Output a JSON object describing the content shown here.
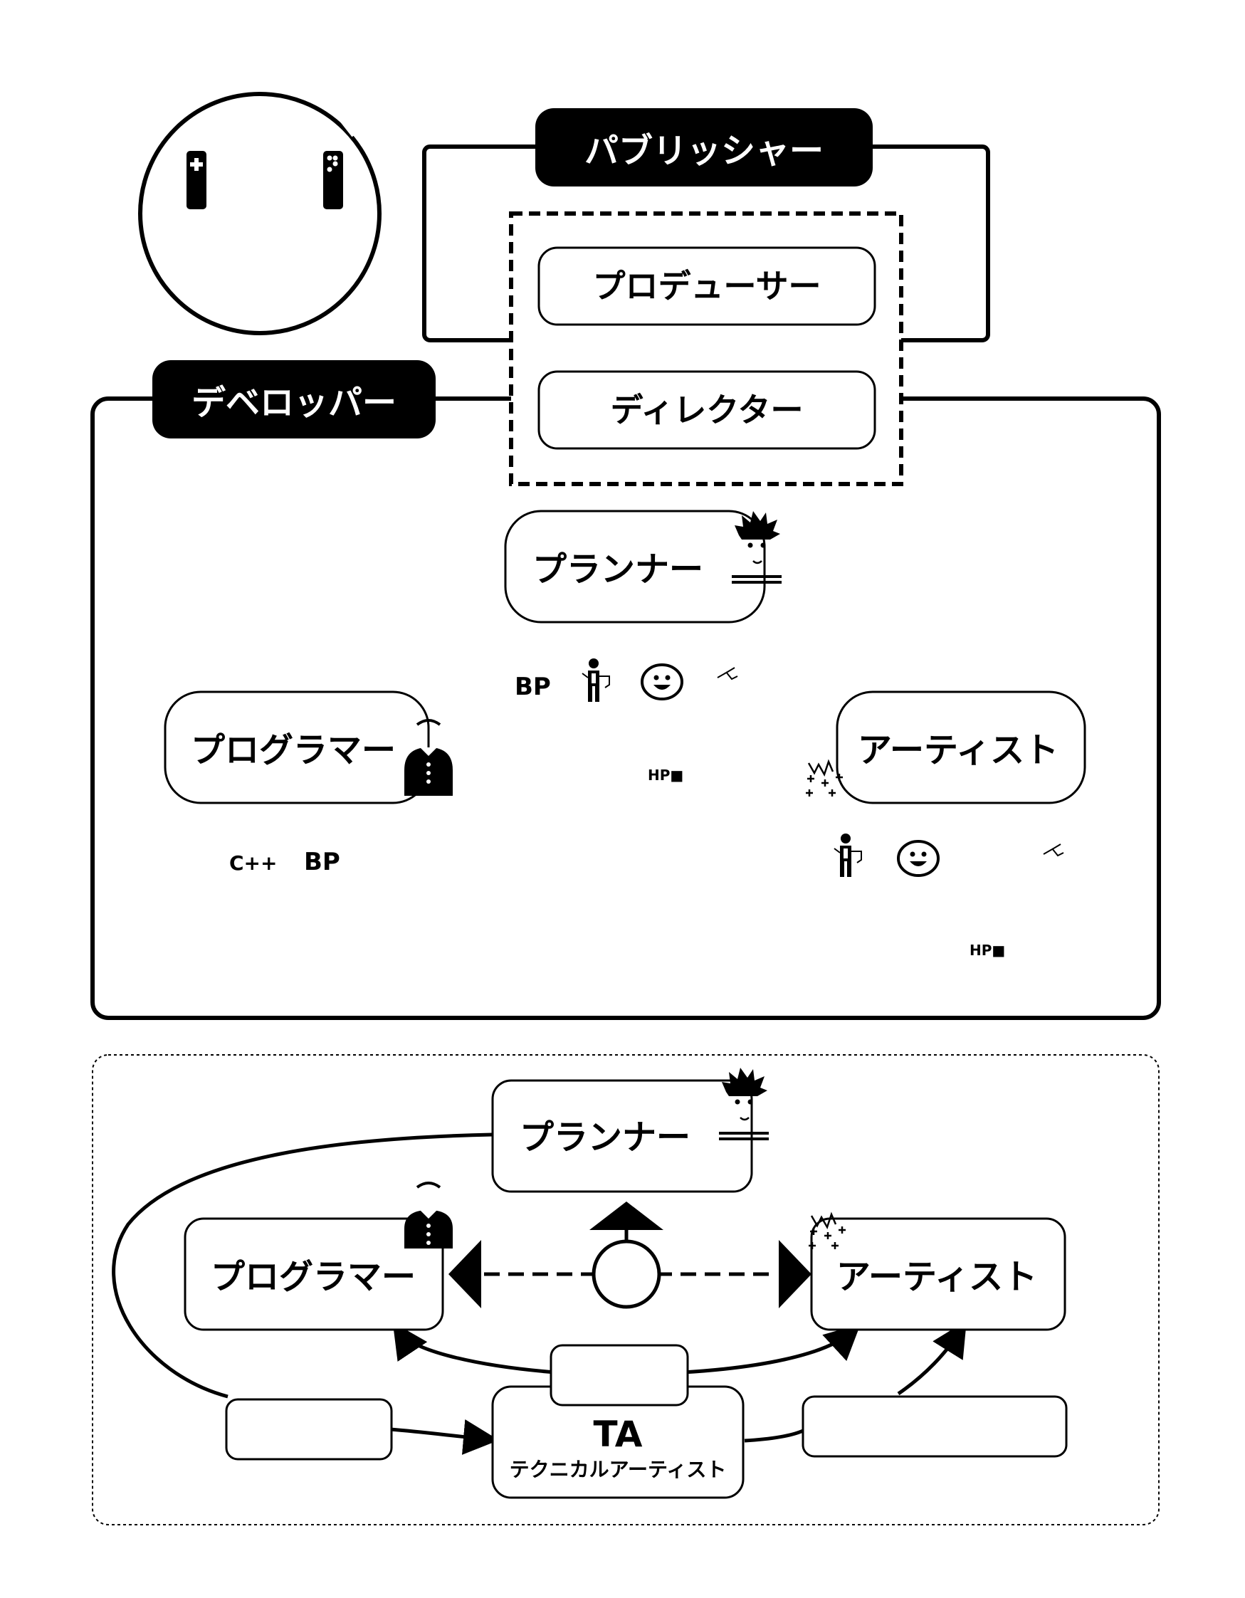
{
  "org": {
    "publisher": "パブリッシャー",
    "producer": "プロデューサー",
    "director": "ディレクター",
    "developer": "デベロッパー",
    "planner": "プランナー",
    "programmer": "プログラマー",
    "artist": "アーティスト",
    "tool_bp_planner": "BP",
    "tool_cpp": "C++",
    "tool_bp_programmer": "BP",
    "hp_planner": "HP■",
    "hp_artist": "HP■"
  },
  "workflow": {
    "planner": "プランナー",
    "programmer": "プログラマー",
    "artist": "アーティスト",
    "ta_title": "TA",
    "ta_subtitle": "テクニカルアーティスト"
  },
  "icons": [
    "game-controller-icon",
    "character-spiky-hair-icon",
    "character-round-head-icon",
    "sparkle-icon",
    "swordsman-icon",
    "smiley-icon",
    "bird-icon"
  ]
}
